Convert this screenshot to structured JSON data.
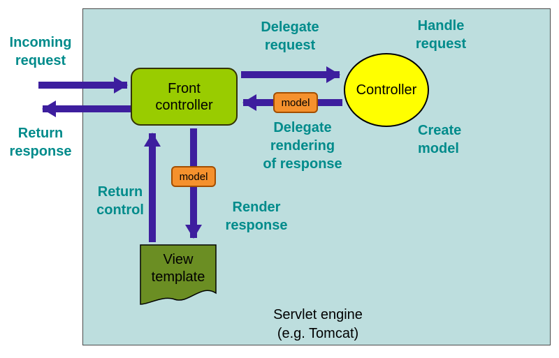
{
  "colors": {
    "engine_background": "#BDDEDE",
    "arrow": "#3D1E9E",
    "label_text": "#008B8B",
    "front_controller_fill": "#99CC00",
    "front_controller_border": "#333300",
    "controller_fill": "#FFFF00",
    "model_fill": "#F5912D",
    "model_border": "#A34E00",
    "view_template_fill": "#6B8E23"
  },
  "engine": {
    "caption_line1": "Servlet engine",
    "caption_line2": "(e.g. Tomcat)"
  },
  "nodes": {
    "front_controller": {
      "line1": "Front",
      "line2": "controller"
    },
    "controller": {
      "label": "Controller"
    },
    "view_template": {
      "line1": "View",
      "line2": "template"
    },
    "model_badge_response": {
      "label": "model"
    },
    "model_badge_render": {
      "label": "model"
    }
  },
  "labels": {
    "incoming_request": {
      "line1": "Incoming",
      "line2": "request"
    },
    "return_response": {
      "line1": "Return",
      "line2": "response"
    },
    "delegate_request": {
      "line1": "Delegate",
      "line2": "request"
    },
    "handle_request": {
      "line1": "Handle",
      "line2": "request"
    },
    "delegate_rendering": {
      "line1": "Delegate",
      "line2": "rendering",
      "line3": "of response"
    },
    "create_model": {
      "line1": "Create",
      "line2": "model"
    },
    "return_control": {
      "line1": "Return",
      "line2": "control"
    },
    "render_response": {
      "line1": "Render",
      "line2": "response"
    }
  }
}
